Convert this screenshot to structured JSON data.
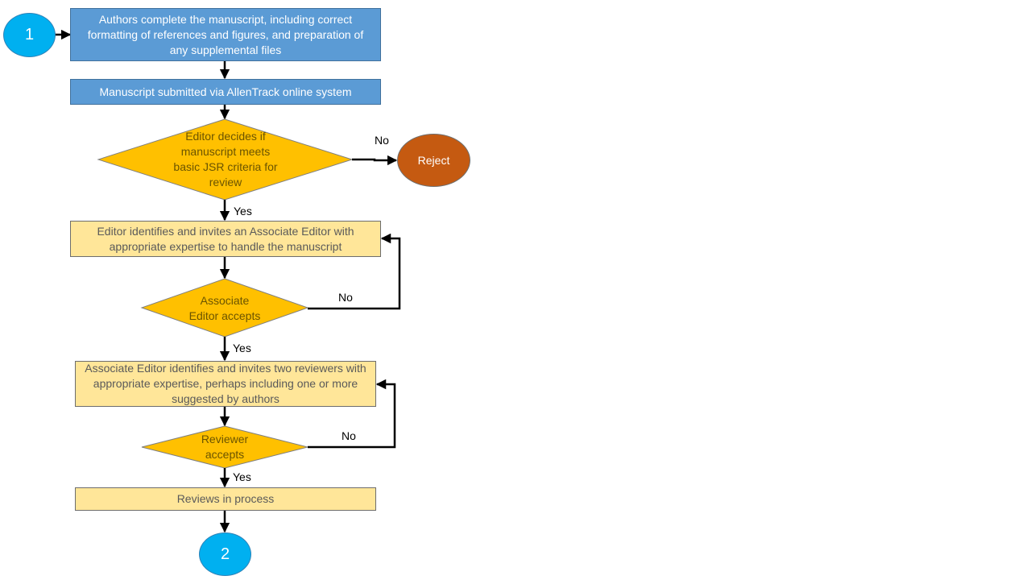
{
  "colors": {
    "process_blue": "#5b9bd5",
    "process_pale": "#ffe699",
    "decision": "#ffc000",
    "connector": "#00b0f0",
    "reject": "#c55a11"
  },
  "nodes": {
    "start": "1",
    "step_complete": "Authors complete the manuscript, including correct formatting of references and figures, and preparation of any supplemental files",
    "step_submit": "Manuscript submitted via AllenTrack online system",
    "decision_criteria": "Editor decides if manuscript meets basic JSR criteria for review",
    "reject": "Reject",
    "step_invite_ae": "Editor identifies and invites an Associate Editor with appropriate expertise to handle the manuscript",
    "decision_ae": "Associate Editor accepts",
    "step_invite_reviewers": "Associate Editor identifies and invites two reviewers with appropriate expertise, perhaps including one or more suggested by authors",
    "decision_reviewer": "Reviewer accepts",
    "step_reviews": "Reviews in process",
    "end": "2"
  },
  "edge_labels": {
    "criteria_no": "No",
    "criteria_yes": "Yes",
    "ae_no": "No",
    "ae_yes": "Yes",
    "reviewer_no": "No",
    "reviewer_yes": "Yes"
  }
}
